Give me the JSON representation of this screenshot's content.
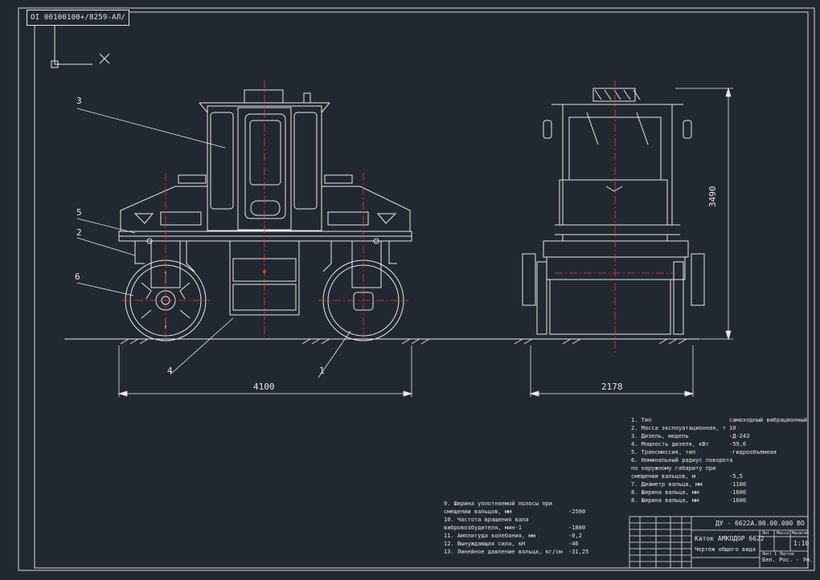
{
  "viewport_tag": "ОI 00100100+/8259-АЛ/",
  "part_labels": [
    "3",
    "5",
    "2",
    "6",
    "4",
    "1"
  ],
  "dimensions": {
    "width_side": "4100",
    "width_front": "2178",
    "height": "3490"
  },
  "specs_right": [
    {
      "k": "1. Тип",
      "v": "самоходный вибрационный"
    },
    {
      "k": "2. Масса эксплуатационная, т",
      "v": "10"
    },
    {
      "k": "3. Дизель, модель",
      "v": "-Д-243"
    },
    {
      "k": "4. Мощность дизеля, кВт",
      "v": "-59,6"
    },
    {
      "k": "5. Трансмиссия, тип",
      "v": "-гидрообъемная"
    },
    {
      "k": "6. Номинальный радиус поворота",
      "v": ""
    },
    {
      "k": "    по наружному габариту при",
      "v": ""
    },
    {
      "k": "    смещении вальцов, м",
      "v": "-5,5"
    },
    {
      "k": "7. Диаметр вальца, мм",
      "v": "-1100"
    },
    {
      "k": "8. Ширина вальца, мм",
      "v": "-1600"
    },
    {
      "k": "8. Ширина вальца, мм",
      "v": "-1600"
    }
  ],
  "specs_left": [
    {
      "k": "9. Ширина уплотняемой полосы при",
      "v": ""
    },
    {
      "k": "    смещении вальцов, мм",
      "v": "-2500"
    },
    {
      "k": "10. Частота вращения вала",
      "v": ""
    },
    {
      "k": "    вибровозбудителя, мин-1",
      "v": "-1800"
    },
    {
      "k": "11. Амплитуда колебания, мм",
      "v": "-0,2"
    },
    {
      "k": "12. Вынуждающая сила, кН",
      "v": "-46"
    },
    {
      "k": "13. Линейное давление вальца, кг/см",
      "v": "-31,25"
    }
  ],
  "title_block": {
    "doc_code": "ДУ - 6622А.00.00.000 ВО",
    "product": "Каток АМКОДОР 6622",
    "drawing": "Чертеж общего вида",
    "scale": "1:10",
    "org": "Бел. Рос. - Ун.",
    "hdr_lit": "Лит",
    "hdr_mass": "Масса",
    "hdr_scale": "Масштаб",
    "sheet": "Лист 1",
    "sheets": "Листов"
  },
  "colors": {
    "bg": "#222831",
    "line": "#e8e8e8",
    "axis": "#ff3030",
    "dim": "#e8e8e8"
  }
}
